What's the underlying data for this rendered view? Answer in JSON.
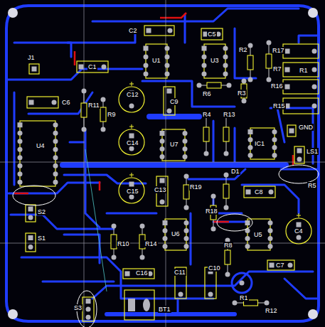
{
  "diagram": {
    "labels": [
      "J1",
      "C2",
      "C5",
      "U1",
      "U3",
      "C1",
      "R2",
      "R17",
      "R7",
      "R1",
      "R6",
      "R3",
      "R16",
      "R15",
      "C6",
      "R11",
      "R9",
      "C12",
      "C9",
      "R4",
      "R13",
      "U4",
      "C14",
      "U7",
      "IC1",
      "GND",
      "LS1",
      "D1",
      "C8",
      "R5",
      "C15",
      "C13",
      "R19",
      "R18",
      "S2",
      "S1",
      "R10",
      "R14",
      "U6",
      "U5",
      "C4",
      "R8",
      "C7",
      "C16",
      "C11",
      "C10",
      "R1",
      "R12",
      "S3",
      "BT1"
    ]
  }
}
